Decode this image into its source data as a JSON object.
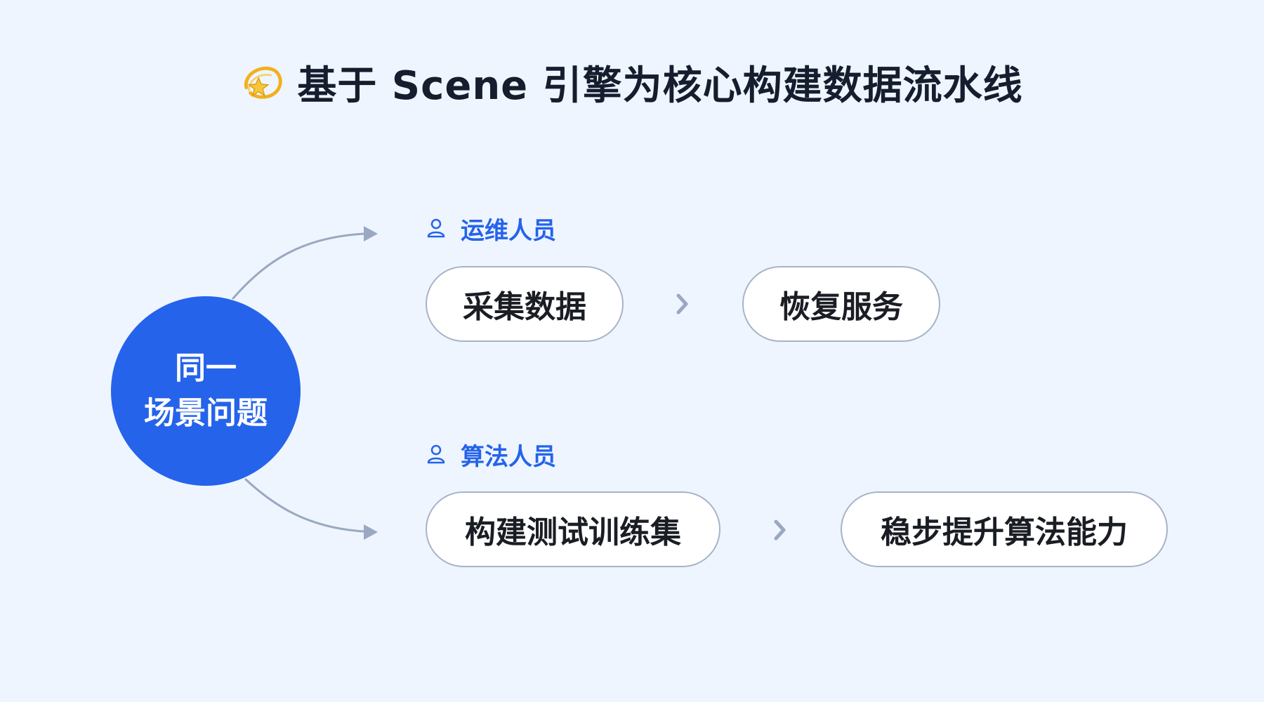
{
  "title": {
    "icon": "dizzy-star-icon",
    "text": "基于 Scene 引擎为核心构建数据流水线"
  },
  "hub": {
    "line1": "同一",
    "line2": "场景问题",
    "color": "#2563eb"
  },
  "lanes": [
    {
      "role_icon": "person-icon",
      "role_label": "运维人员",
      "steps": [
        "采集数据",
        "恢复服务"
      ]
    },
    {
      "role_icon": "person-icon",
      "role_label": "算法人员",
      "steps": [
        "构建测试训练集",
        "稳步提升算法能力"
      ]
    }
  ],
  "colors": {
    "background": "#eef5fe",
    "accent": "#2563eb",
    "connector": "#9aa8c2",
    "pill_border": "#a7b3c7",
    "title_text": "#151d2e"
  }
}
